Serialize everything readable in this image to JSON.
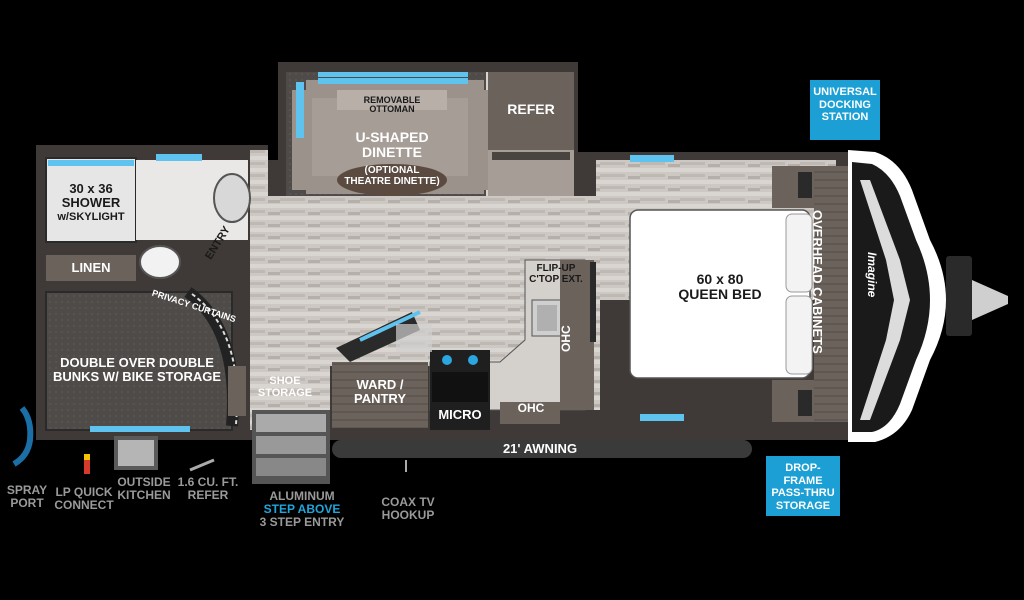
{
  "rooms": {
    "shower": [
      "30 x 36",
      "SHOWER",
      "w/SKYLIGHT"
    ],
    "linen": "LINEN",
    "entry": "ENTRY",
    "privacy": "PRIVACY CURTAINS",
    "bunks": [
      "DOUBLE OVER DOUBLE",
      "BUNKS W/ BIKE STORAGE"
    ],
    "shoe": [
      "SHOE",
      "STORAGE"
    ],
    "ward": [
      "WARD /",
      "PANTRY"
    ],
    "micro": "MICRO",
    "ohc_bottom": "OHC",
    "ohc_side": "OHC",
    "flipup": [
      "FLIP-UP",
      "C'TOP EXT."
    ],
    "ottoman": [
      "REMOVABLE",
      "OTTOMAN"
    ],
    "dinette": [
      "U-SHAPED",
      "DINETTE"
    ],
    "dinette_note": [
      "(OPTIONAL",
      "THEATRE DINETTE)"
    ],
    "refer": "REFER",
    "bed": [
      "60 x 80",
      "QUEEN BED"
    ],
    "overhead": "OVERHEAD CABINETS",
    "awning": "21' AWNING",
    "brand": "Imagine"
  },
  "callouts": {
    "docking": [
      "UNIVERSAL",
      "DOCKING",
      "STATION"
    ],
    "dropframe": [
      "DROP-FRAME",
      "PASS-THRU",
      "STORAGE"
    ]
  },
  "exterior": {
    "spray": [
      "SPRAY",
      "PORT"
    ],
    "lp": [
      "LP QUICK",
      "CONNECT"
    ],
    "kitchen": [
      "OUTSIDE",
      "KITCHEN"
    ],
    "refer": [
      "1.6 CU. FT.",
      "REFER"
    ],
    "step_1": "ALUMINUM",
    "step_2": "STEP ABOVE",
    "step_3": "3 STEP ENTRY",
    "coax": [
      "COAX TV",
      "HOOKUP"
    ]
  },
  "colors": {
    "accent": "#1b9fd4",
    "wall": "#3f3a37",
    "floor": "#c9c4bf",
    "cabinet": "#6b625c",
    "carpet": "#4f4b49"
  }
}
